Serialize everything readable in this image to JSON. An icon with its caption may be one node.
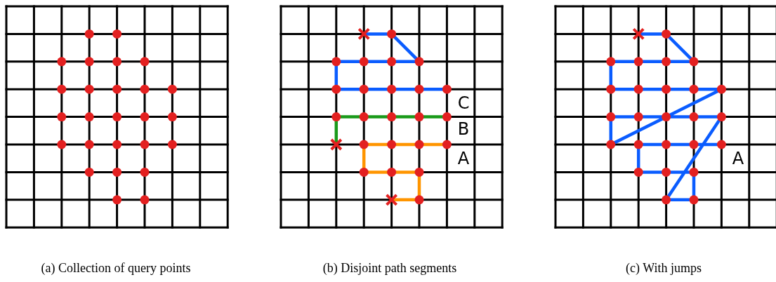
{
  "diagram": {
    "labels": [
      "C",
      "B",
      "A",
      "A",
      "(a) Collection of query points",
      "(b) Disjoint path segments",
      "(c) With jumps"
    ]
  }
}
